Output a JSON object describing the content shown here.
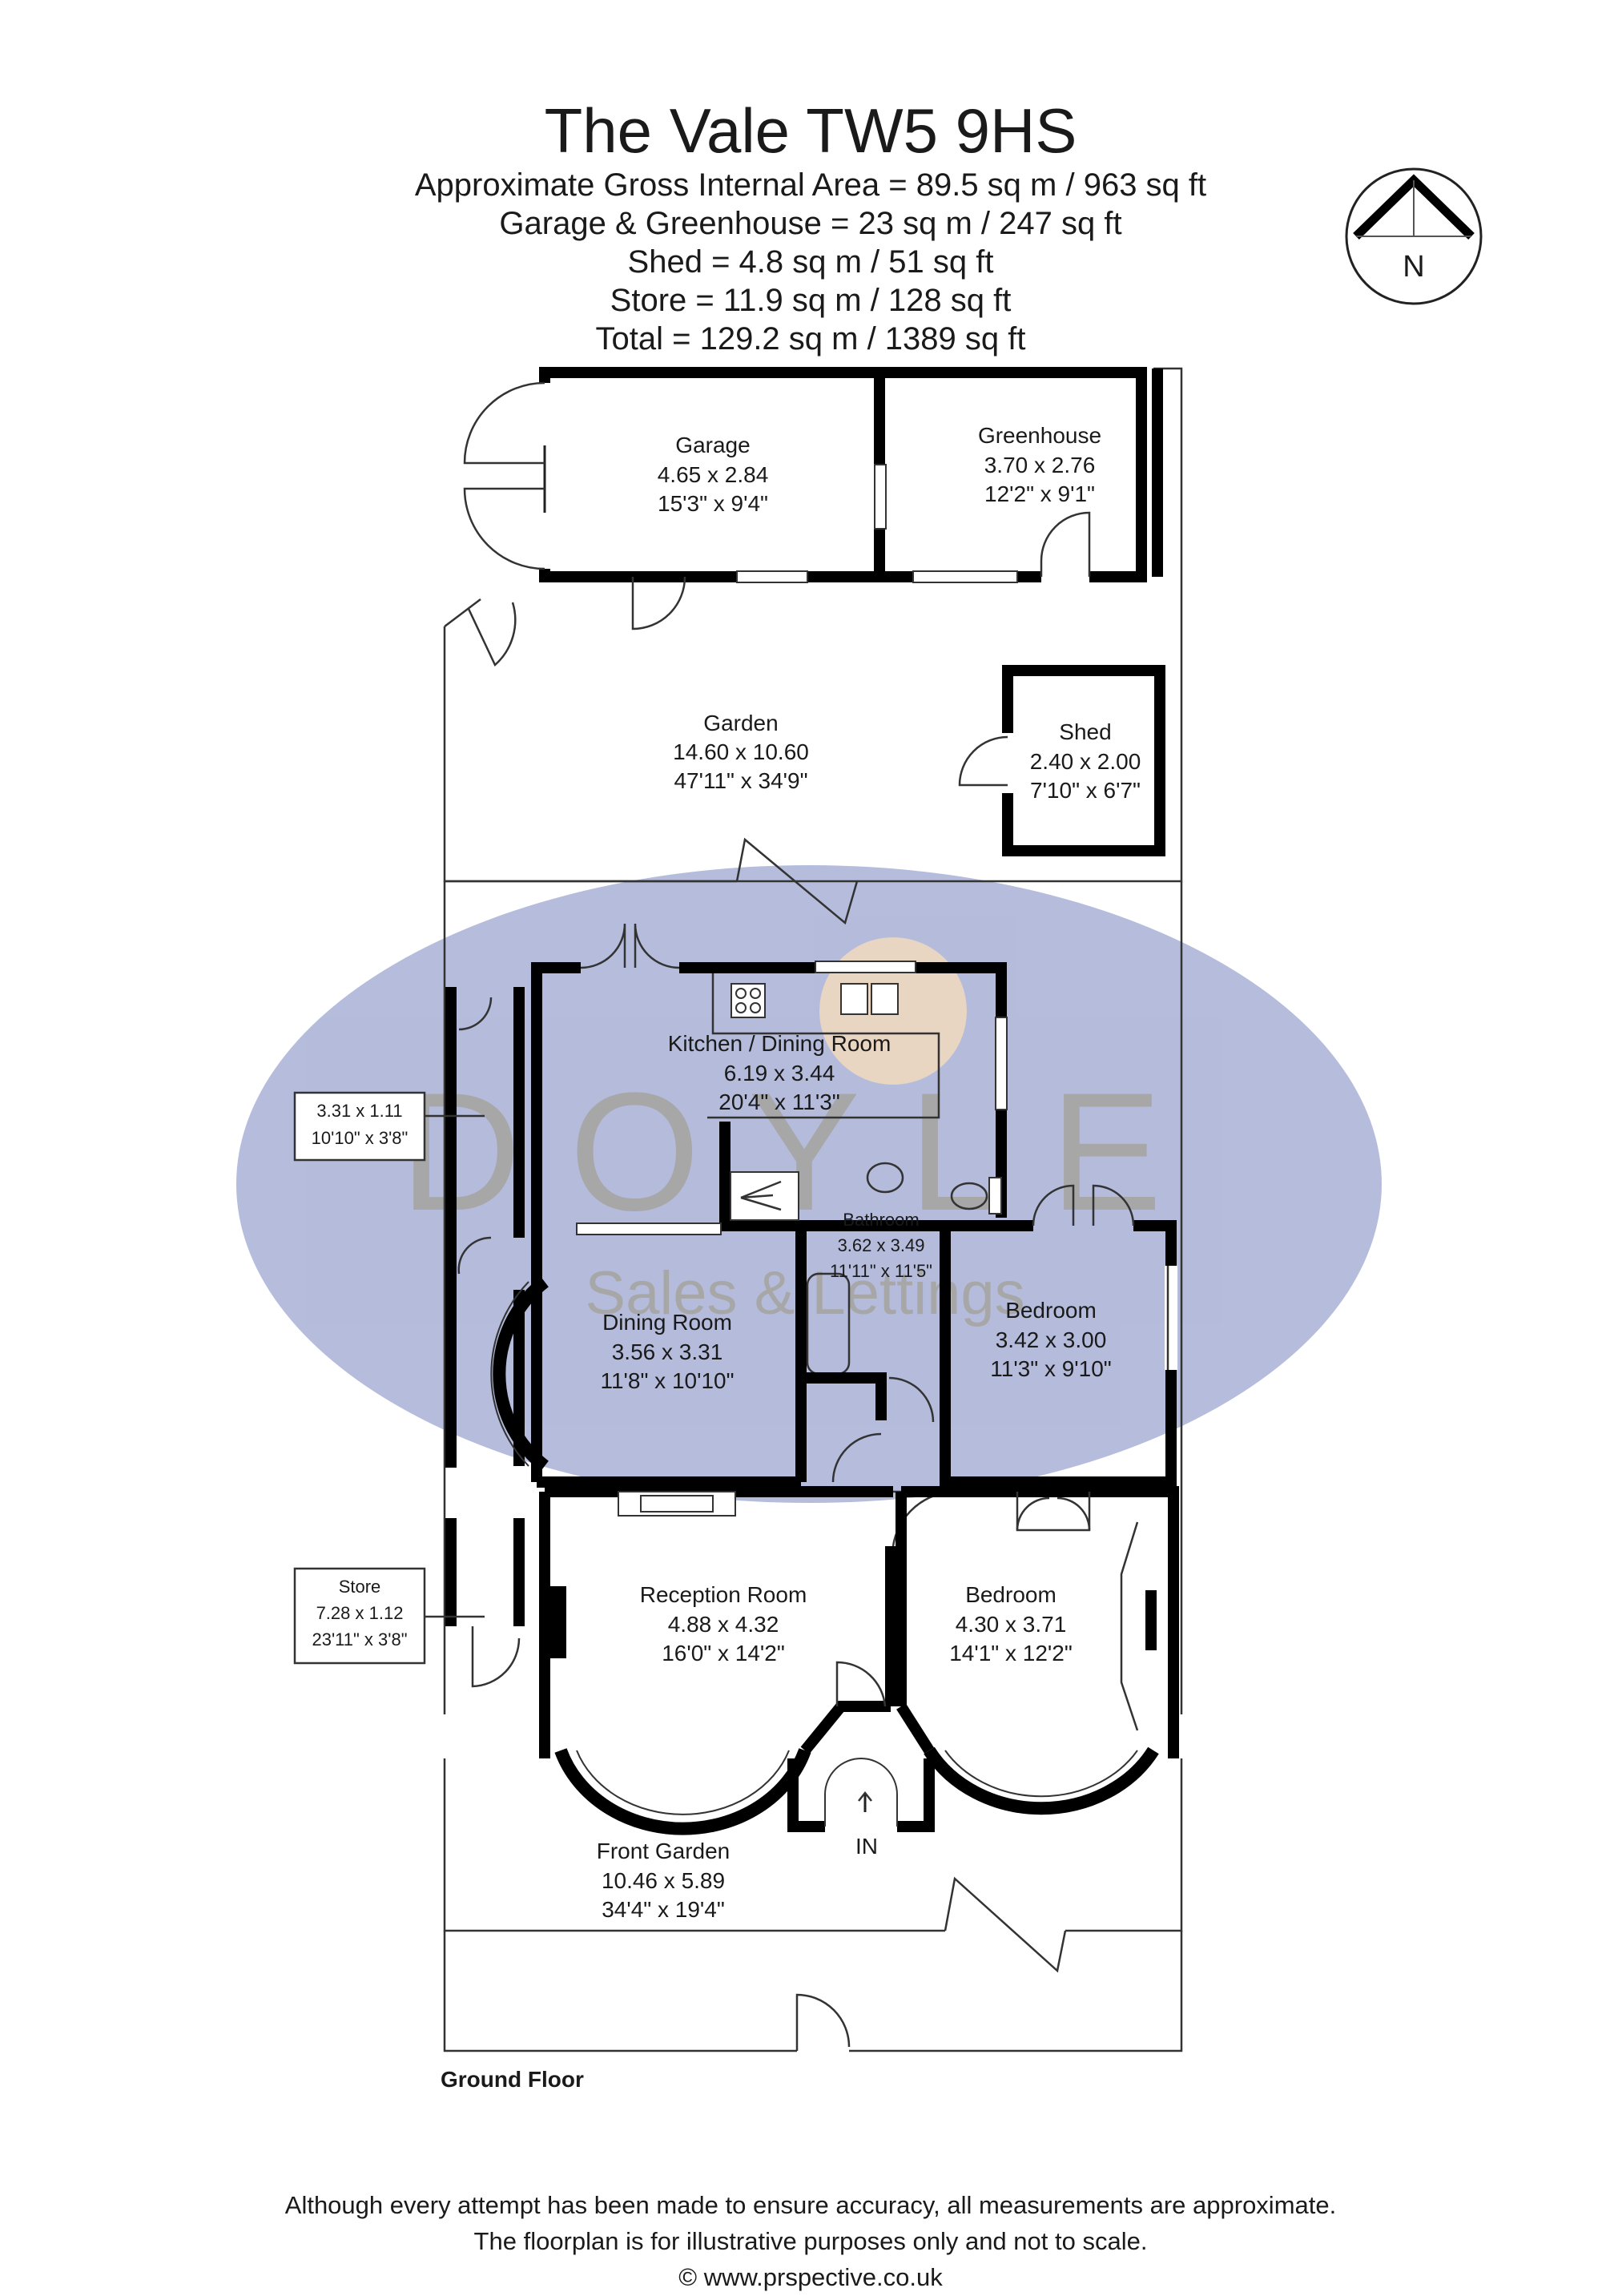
{
  "header": {
    "title": "The Vale TW5 9HS",
    "areas": [
      "Approximate Gross Internal Area =  89.5 sq m / 963 sq ft",
      "Garage & Greenhouse = 23 sq m / 247 sq ft",
      "Shed = 4.8 sq m / 51 sq ft",
      "Store = 11.9 sq m / 128 sq ft",
      "Total = 129.2 sq m / 1389 sq ft"
    ]
  },
  "compass": {
    "label": "N"
  },
  "watermark": {
    "brand": "DOYLE",
    "tagline": "Sales & Lettings",
    "color": "#3d4fa3"
  },
  "rooms": {
    "garage": {
      "name": "Garage",
      "metric": "4.65 x 2.84",
      "imperial": "15'3\" x 9'4\""
    },
    "greenhouse": {
      "name": "Greenhouse",
      "metric": "3.70 x 2.76",
      "imperial": "12'2\" x 9'1\""
    },
    "garden": {
      "name": "Garden",
      "metric": "14.60 x 10.60",
      "imperial": "47'11\" x 34'9\""
    },
    "shed": {
      "name": "Shed",
      "metric": "2.40 x 2.00",
      "imperial": "7'10\" x 6'7\""
    },
    "kitchen": {
      "name": "Kitchen / Dining Room",
      "metric": "6.19 x 3.44",
      "imperial": "20'4\" x 11'3\""
    },
    "side_store": {
      "metric": "3.31 x 1.11",
      "imperial": "10'10\" x 3'8\""
    },
    "bathroom": {
      "name": "Bathroom",
      "metric": "3.62 x 3.49",
      "imperial": "11'11\" x 11'5\""
    },
    "dining": {
      "name": "Dining Room",
      "metric": "3.56 x 3.31",
      "imperial": "11'8\" x 10'10\""
    },
    "bedroom1": {
      "name": "Bedroom",
      "metric": "3.42 x 3.00",
      "imperial": "11'3\" x 9'10\""
    },
    "store": {
      "name": "Store",
      "metric": "7.28 x 1.12",
      "imperial": "23'11\" x 3'8\""
    },
    "reception": {
      "name": "Reception Room",
      "metric": "4.88 x 4.32",
      "imperial": "16'0\" x 14'2\""
    },
    "bedroom2": {
      "name": "Bedroom",
      "metric": "4.30 x 3.71",
      "imperial": "14'1\" x 12'2\""
    },
    "front_garden": {
      "name": "Front Garden",
      "metric": "10.46 x 5.89",
      "imperial": "34'4\" x 19'4\""
    }
  },
  "entrance": {
    "label": "IN"
  },
  "floor_label": "Ground Floor",
  "footer": [
    "Although every attempt has been made to ensure accuracy, all measurements are approximate.",
    "The floorplan is for illustrative purposes only and not to scale.",
    "© www.prspective.co.uk"
  ]
}
